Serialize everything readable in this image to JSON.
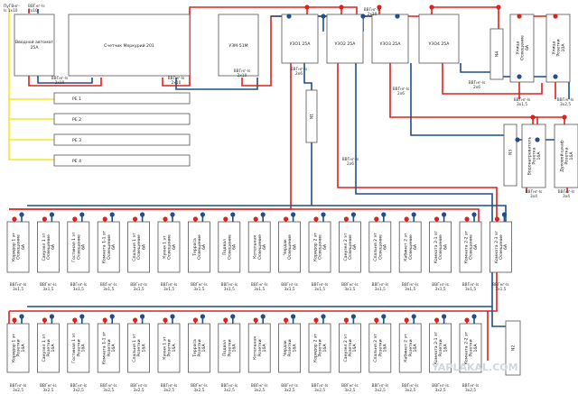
{
  "input_label": [
    "ПуГВнг-",
    "ls 1x10"
  ],
  "input_cable": [
    "ВВГнг-ls",
    "2x10"
  ],
  "main_breaker": [
    "Вводной автомат",
    "25А"
  ],
  "meter": "Счетчик Меркурий 201",
  "cable_after_breaker": [
    "ВВГнг-ls",
    "2x10"
  ],
  "cable_after_meter": [
    "ВВГнг-ls",
    "2x10"
  ],
  "uzm": "УЗМ-51М",
  "cable_after_uzm": [
    "ВВГнг-ls",
    "2x10"
  ],
  "top_bus_cable": [
    "ВВГнг-ls",
    "2x10"
  ],
  "rcds": [
    "УЗО1 25А",
    "УЗО2 25А",
    "УЗО3 25А",
    "УЗО4 25А"
  ],
  "rcd1_cable": [
    "ВВГнг-ls",
    "2x6"
  ],
  "rcd2_cable": [
    "ВВГнг-ls",
    "2x6"
  ],
  "rcd3_cable": [
    "ВВГнг-ls",
    "2x6"
  ],
  "rcd4_cable": [
    "ВВГнг-ls",
    "2x6"
  ],
  "n_buses": [
    "N1",
    "N2",
    "N3",
    "N4"
  ],
  "pe_buses": [
    "PE 1",
    "PE 2",
    "PE 3",
    "PE 4"
  ],
  "outdoor_breakers": [
    {
      "label": [
        "Улица",
        "Освещение",
        "6А"
      ],
      "cable": [
        "ВВГнг-ls",
        "3x1,5"
      ]
    },
    {
      "label": [
        "Улица",
        "Розетки",
        "10А"
      ],
      "cable": [
        "ВВГнг-ls",
        "3x2,5"
      ]
    }
  ],
  "rcd3_breakers": [
    {
      "label": [
        "Водонагреватель",
        "Розетка",
        "16А"
      ],
      "cable": [
        "ВВГнг-ls",
        "3x4"
      ]
    },
    {
      "label": [
        "Духовой шкаф",
        "Розетка",
        "16А"
      ],
      "cable": [
        "ВВГнг-ls",
        "3x4"
      ]
    }
  ],
  "lighting_row": [
    {
      "label": [
        "Коридор 1 эт",
        "Освещение",
        "6А"
      ]
    },
    {
      "label": [
        "Санузел 1 эт",
        "Освещение",
        "6А"
      ]
    },
    {
      "label": [
        "Гостиная 1 эт",
        "Освещение",
        "6А"
      ]
    },
    {
      "label": [
        "Комната 1-1 эт",
        "Освещение",
        "6А"
      ]
    },
    {
      "label": [
        "Спальня 1 эт",
        "Освещение",
        "6А"
      ]
    },
    {
      "label": [
        "Кухня 1 эт",
        "Освещение",
        "6А"
      ]
    },
    {
      "label": [
        "Терраса",
        "Освещение",
        "6А"
      ]
    },
    {
      "label": [
        "Подвал",
        "Освещение",
        "6А"
      ]
    },
    {
      "label": [
        "Котельная",
        "Освещение",
        "6А"
      ]
    },
    {
      "label": [
        "Чердак",
        "Освещение",
        "6А"
      ]
    },
    {
      "label": [
        "Коридор 2 эт",
        "Освещение",
        "6А"
      ]
    },
    {
      "label": [
        "Санузел 2 эт",
        "Освещение",
        "6А"
      ]
    },
    {
      "label": [
        "Спальня 2 эт",
        "Освещение",
        "6А"
      ]
    },
    {
      "label": [
        "Кабинет 2 эт",
        "Освещение",
        "6А"
      ]
    },
    {
      "label": [
        "Комната 2-1 эт",
        "Освещение",
        "6А"
      ]
    },
    {
      "label": [
        "Комната 2-2 эт",
        "Освещение",
        "6А"
      ]
    },
    {
      "label": [
        "Комната 2-3 эт",
        "Освещение",
        "6А"
      ]
    }
  ],
  "lighting_cable": [
    "ВВГнг-ls",
    "3x1,5"
  ],
  "socket_row": [
    {
      "label": [
        "Коридор 1 эт",
        "Розетки",
        "16А"
      ]
    },
    {
      "label": [
        "Санузел 1 эт",
        "Розетки",
        "16А"
      ]
    },
    {
      "label": [
        "Гостиная 1 эт",
        "Розетки",
        "16А"
      ]
    },
    {
      "label": [
        "Комната 1-1 эт",
        "Розетки",
        "16А"
      ]
    },
    {
      "label": [
        "Спальня 1 эт",
        "Розетки",
        "16А"
      ]
    },
    {
      "label": [
        "Кухня 1 эт",
        "Розетки",
        "16А"
      ]
    },
    {
      "label": [
        "Терраса",
        "Розетки",
        "16А"
      ]
    },
    {
      "label": [
        "Подвал",
        "Розетки",
        "16А"
      ]
    },
    {
      "label": [
        "Котельная",
        "Розетки",
        "16А"
      ]
    },
    {
      "label": [
        "Чердак",
        "Розетки",
        "16А"
      ]
    },
    {
      "label": [
        "Коридор 2 эт",
        "Розетки",
        "16А"
      ]
    },
    {
      "label": [
        "Санузел 2 эт",
        "Розетки",
        "16А"
      ]
    },
    {
      "label": [
        "Спальня 2 эт",
        "Розетки",
        "16А"
      ]
    },
    {
      "label": [
        "Кабинет 2 эт",
        "Розетки",
        "16А"
      ]
    },
    {
      "label": [
        "Комната 2-1 эт",
        "Розетки",
        "16А"
      ]
    },
    {
      "label": [
        "Комната 2-2 эт",
        "Розетки",
        "16А"
      ]
    }
  ],
  "socket_cable": [
    "ВВГнг-ls",
    "3x2,5"
  ],
  "watermark": "YAPLAKAL.COM",
  "colors": {
    "phase": "#e0201c",
    "neutral": "#1f4f8c",
    "earth": "#f5e52a"
  }
}
